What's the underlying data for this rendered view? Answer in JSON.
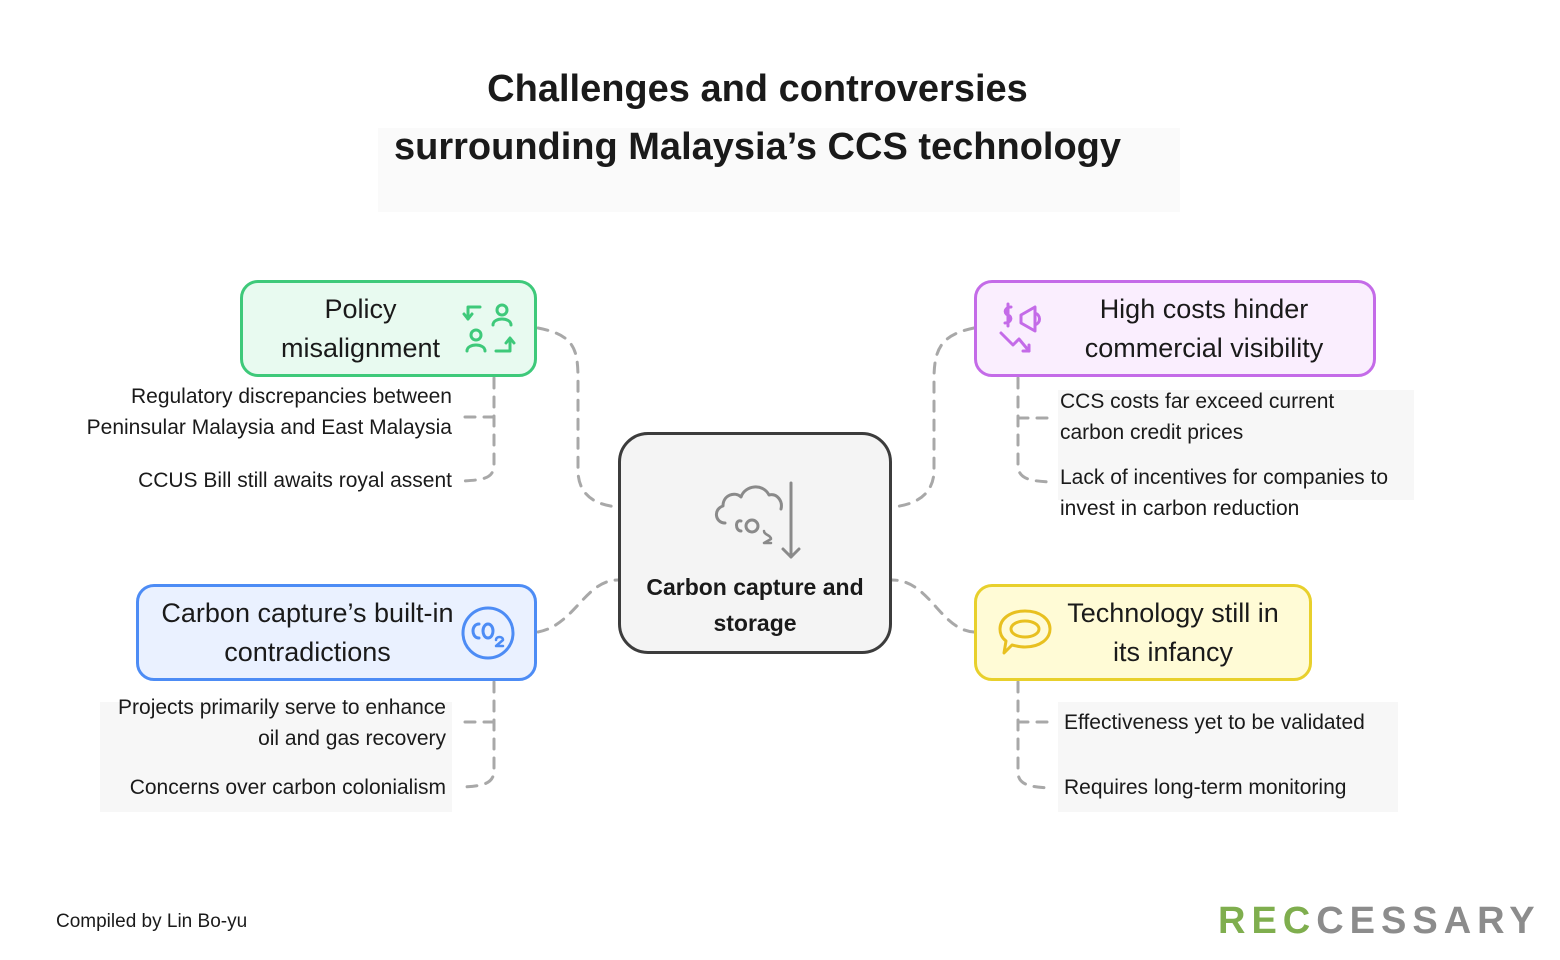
{
  "title": {
    "line1": "Challenges and controversies",
    "line2": "surrounding Malaysia’s CCS technology"
  },
  "center": {
    "label": "Carbon capture and storage",
    "icon": "co2-cloud-down-arrow-icon"
  },
  "branches": [
    {
      "key": "policy",
      "title": "Policy misalignment",
      "icon": "people-swap-icon",
      "color": "#3ec97a",
      "items": [
        "Regulatory discrepancies between Peninsular Malaysia and East Malaysia",
        "CCUS Bill still awaits royal assent"
      ]
    },
    {
      "key": "costs",
      "title": "High costs hinder commercial visibility",
      "icon": "money-megaphone-down-icon",
      "color": "#c46be8",
      "items": [
        "CCS costs far exceed current carbon credit prices",
        "Lack of incentives for companies to invest in carbon reduction"
      ]
    },
    {
      "key": "contradictions",
      "title": "Carbon capture’s built-in contradictions",
      "icon": "co2-circle-icon",
      "color": "#4d8cf5",
      "items": [
        "Projects primarily serve to enhance oil and gas recovery",
        "Concerns over carbon colonialism"
      ]
    },
    {
      "key": "technology",
      "title": "Technology still in its infancy",
      "icon": "speech-bubble-icon",
      "color": "#e8d02c",
      "items": [
        "Effectiveness yet to be validated",
        "Requires long-term monitoring"
      ]
    }
  ],
  "footer": "Compiled by Lin Bo-yu",
  "logo": {
    "part1": "REC",
    "part2": "CESSARY"
  }
}
